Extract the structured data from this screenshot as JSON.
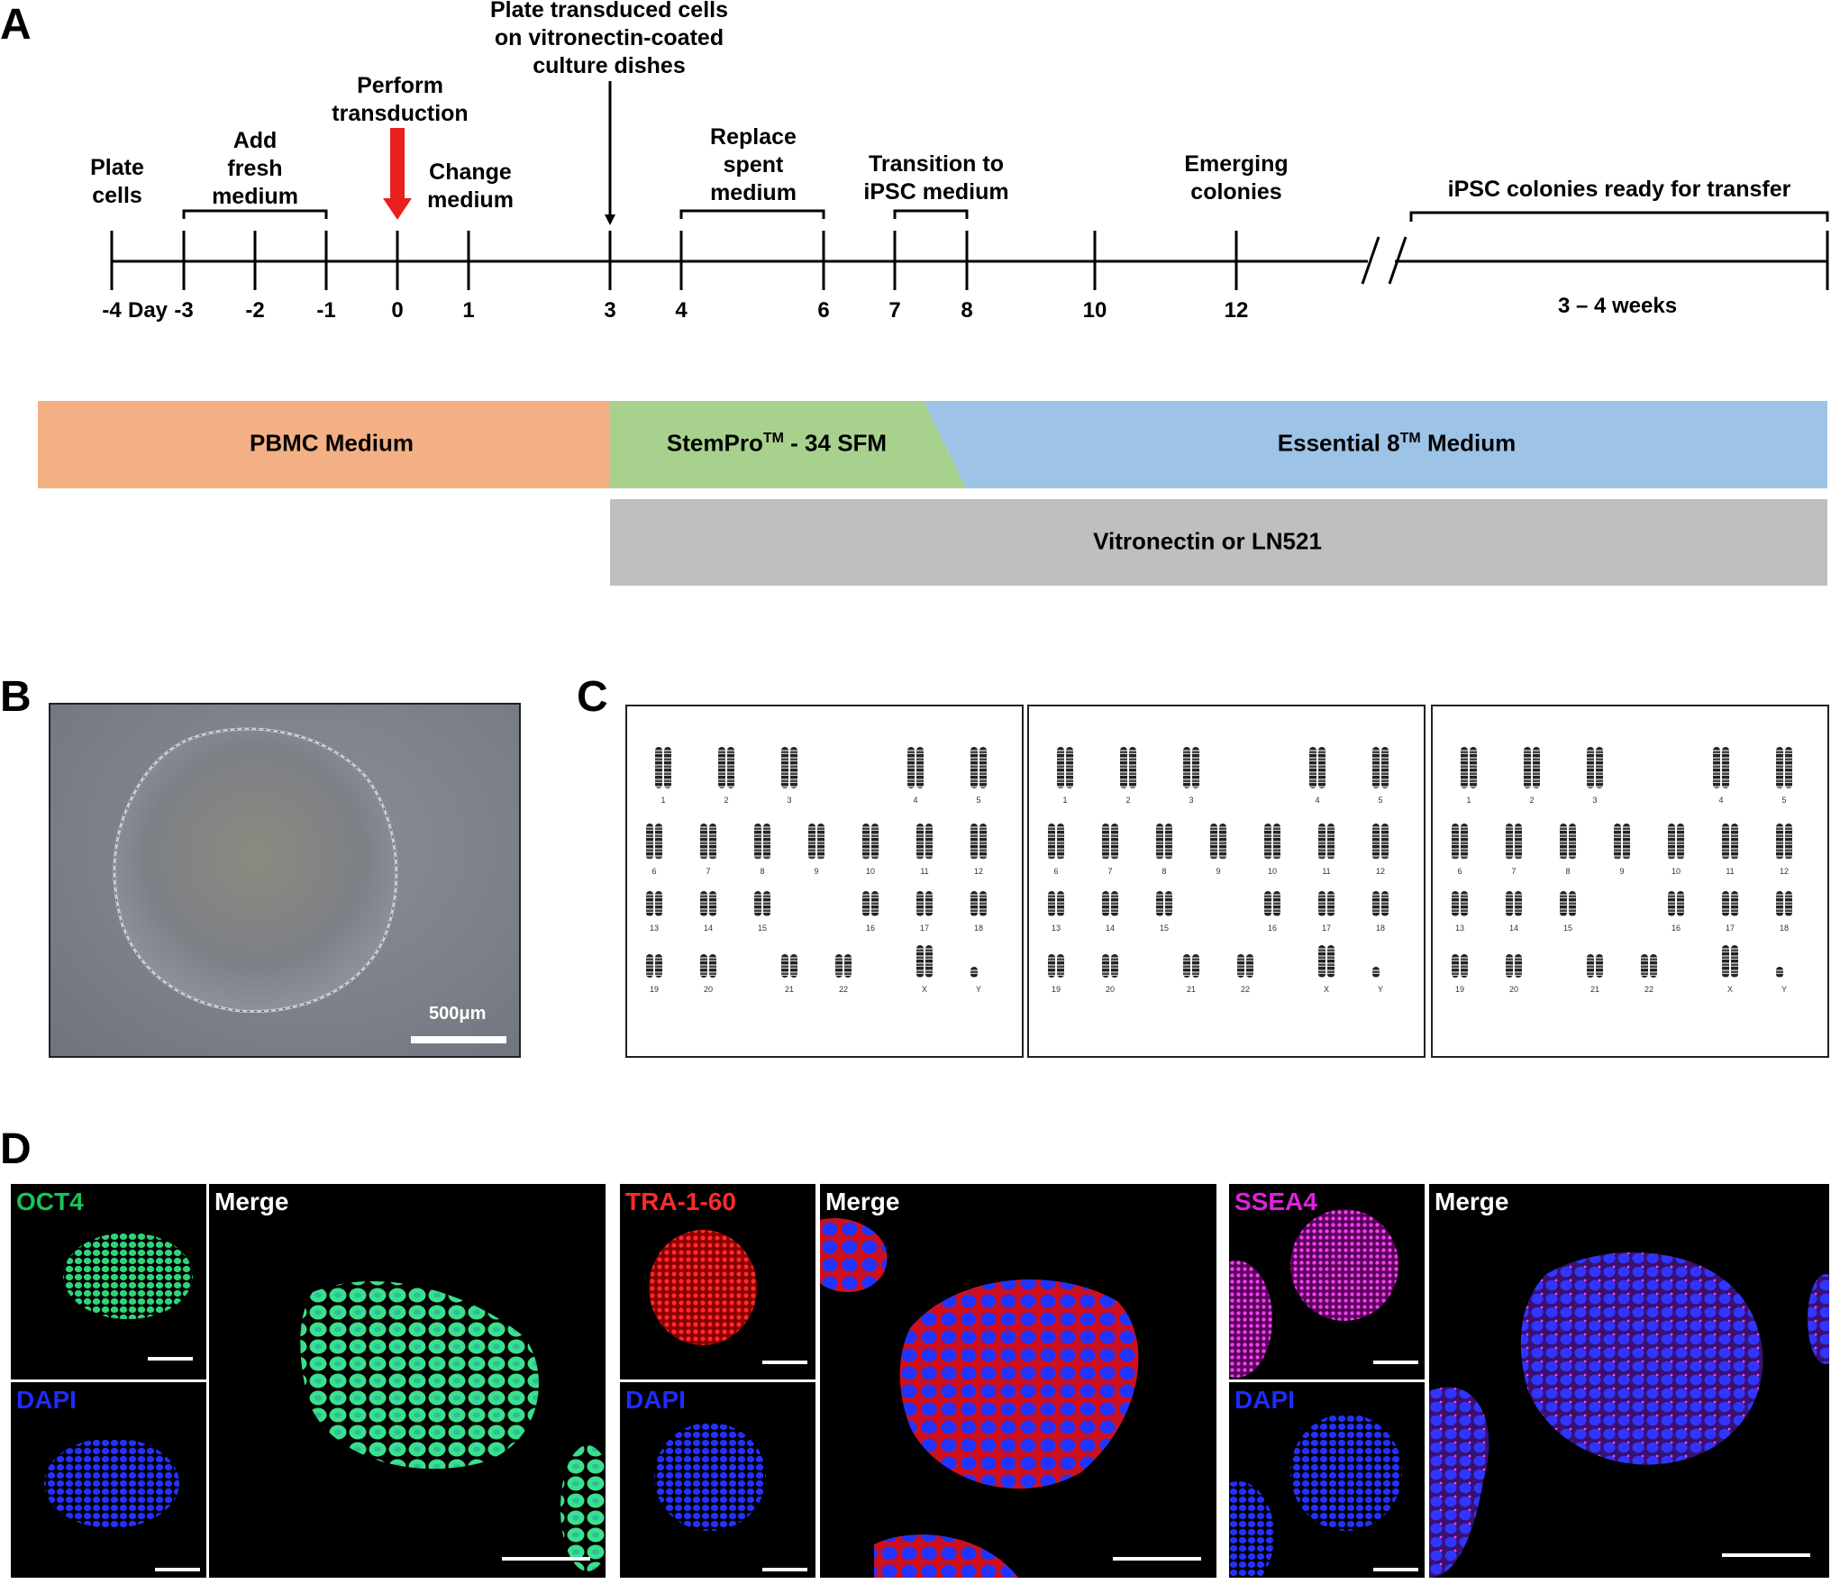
{
  "panel_letters": {
    "a": "A",
    "b": "B",
    "c": "C",
    "d": "D"
  },
  "timeline": {
    "day_label": "Day",
    "events": [
      {
        "id": "plate-cells",
        "lines": [
          "Plate",
          "cells"
        ]
      },
      {
        "id": "add-fresh-medium",
        "lines": [
          "Add",
          "fresh",
          "medium"
        ]
      },
      {
        "id": "perform-transduction",
        "lines": [
          "Perform",
          "transduction"
        ]
      },
      {
        "id": "change-medium",
        "lines": [
          "Change",
          "medium"
        ]
      },
      {
        "id": "plate-transduced",
        "lines": [
          "Plate transduced cells",
          "on vitronectin-coated",
          "culture dishes"
        ]
      },
      {
        "id": "replace-spent-medium",
        "lines": [
          "Replace",
          "spent",
          "medium"
        ]
      },
      {
        "id": "transition-ipsc",
        "lines": [
          "Transition to",
          "iPSC medium"
        ]
      },
      {
        "id": "emerging-colonies",
        "lines": [
          "Emerging",
          "colonies"
        ]
      },
      {
        "id": "ipsc-ready",
        "lines": [
          "iPSC colonies ready for transfer"
        ]
      }
    ],
    "ticks": [
      "-4",
      "-3",
      "-2",
      "-1",
      "0",
      "1",
      "3",
      "4",
      "6",
      "7",
      "8",
      "10",
      "12"
    ],
    "duration_label": "3 – 4 weeks",
    "arrow_color": "#e8211f"
  },
  "media_bars": {
    "pbmc": {
      "label": "PBMC Medium",
      "color": "#f2b084"
    },
    "stempro": {
      "label": "StemPro",
      "sup": "TM",
      "suffix": " - 34 SFM",
      "color": "#a9d18e"
    },
    "essential8": {
      "label": "Essential 8",
      "sup": "TM",
      "suffix": " Medium",
      "color": "#9dc3e6"
    },
    "coating": {
      "label": "Vitronectin or LN521",
      "color": "#bfbfbf"
    }
  },
  "panel_b": {
    "scale_label": "500μm"
  },
  "panel_c": {
    "rows": [
      [
        "1",
        "2",
        "3",
        "4",
        "5"
      ],
      [
        "6",
        "7",
        "8",
        "9",
        "10",
        "11",
        "12"
      ],
      [
        "13",
        "14",
        "15",
        "16",
        "17",
        "18"
      ],
      [
        "19",
        "20",
        "21",
        "22",
        "X",
        "Y"
      ]
    ]
  },
  "panel_d": {
    "groups": [
      {
        "marker": "OCT4",
        "marker_color": "#19c25a",
        "dapi": "DAPI",
        "merge": "Merge"
      },
      {
        "marker": "TRA-1-60",
        "marker_color": "#ff2a2a",
        "dapi": "DAPI",
        "merge": "Merge"
      },
      {
        "marker": "SSEA4",
        "marker_color": "#e020e0",
        "dapi": "DAPI",
        "merge": "Merge"
      }
    ],
    "dapi_color": "#1f2bff"
  }
}
